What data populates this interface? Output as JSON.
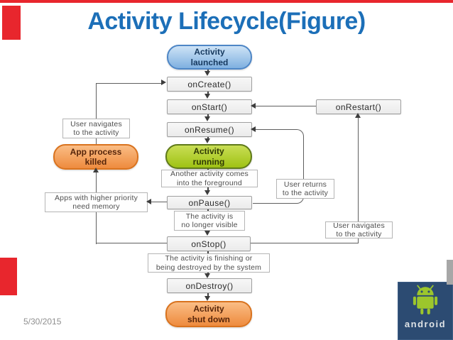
{
  "slide": {
    "title": "Activity Lifecycle(Figure)",
    "date": "5/30/2015"
  },
  "nodes": {
    "launched": {
      "l1": "Activity",
      "l2": "launched"
    },
    "oncreate": "onCreate()",
    "onstart": "onStart()",
    "onresume": "onResume()",
    "running": {
      "l1": "Activity",
      "l2": "running"
    },
    "onpause": "onPause()",
    "onstop": "onStop()",
    "ondestroy": "onDestroy()",
    "onrestart": "onRestart()",
    "killed": {
      "l1": "App process",
      "l2": "killed"
    },
    "shutdown": {
      "l1": "Activity",
      "l2": "shut down"
    }
  },
  "notes": {
    "nav_left": {
      "l1": "User navigates",
      "l2": "to the activity"
    },
    "another": {
      "l1": "Another activity comes",
      "l2": "into the foreground"
    },
    "returns": {
      "l1": "User returns",
      "l2": "to the activity"
    },
    "higher": {
      "l1": "Apps with higher priority",
      "l2": "need memory"
    },
    "novisible": {
      "l1": "The activity is",
      "l2": "no longer visible"
    },
    "nav_right": {
      "l1": "User navigates",
      "l2": "to the activity"
    },
    "finishing": {
      "l1": "The activity is finishing or",
      "l2": "being destroyed by the system"
    }
  },
  "logo": {
    "text": "android"
  },
  "colors": {
    "title": "#1c6fb8",
    "state_box_fill": "#f2f2f2",
    "state_box_border": "#9f9f9f",
    "pill_blue": "#8fbce8",
    "pill_green": "#a8cc29",
    "pill_orange": "#f29a52",
    "connector": "#4a4a4a",
    "logo_bg": "#2c4b72",
    "robot_green": "#9cc62c",
    "artifact_red": "#e8262d",
    "artifact_gray": "#a7a7a7"
  }
}
